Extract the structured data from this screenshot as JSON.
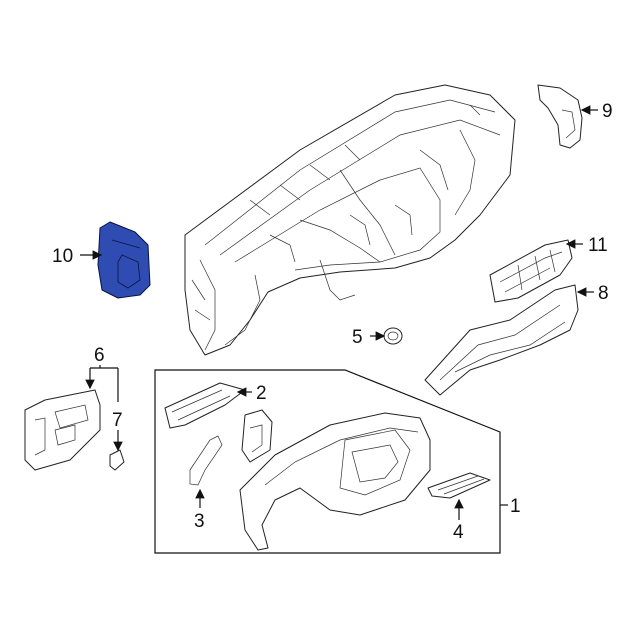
{
  "callouts": [
    {
      "id": "1",
      "text": "1"
    },
    {
      "id": "2",
      "text": "2"
    },
    {
      "id": "3",
      "text": "3"
    },
    {
      "id": "4",
      "text": "4"
    },
    {
      "id": "5",
      "text": "5"
    },
    {
      "id": "6",
      "text": "6"
    },
    {
      "id": "7",
      "text": "7"
    },
    {
      "id": "8",
      "text": "8"
    },
    {
      "id": "9",
      "text": "9"
    },
    {
      "id": "10",
      "text": "10"
    },
    {
      "id": "11",
      "text": "11"
    }
  ],
  "highlighted_part": "10",
  "colors": {
    "highlight": "#2f4cb3",
    "line": "#111111",
    "background": "#ffffff"
  }
}
